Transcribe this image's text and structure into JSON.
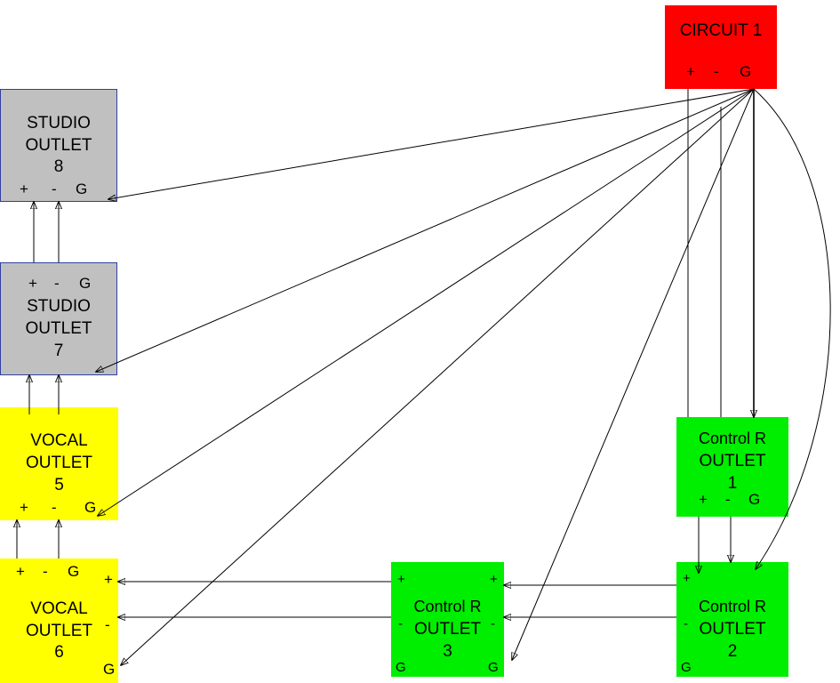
{
  "colors": {
    "red": "#ff0000",
    "gray": "#c0c0c0",
    "yellow": "#ffff00",
    "green": "#00ee00",
    "wire": "#000000"
  },
  "circuit": {
    "title": "CIRCUIT 1",
    "plus": "+",
    "minus": "-",
    "ground": "G"
  },
  "studio8": {
    "line1": "STUDIO",
    "line2": "OUTLET",
    "line3": "8",
    "plus": "+",
    "minus": "-",
    "ground": "G"
  },
  "studio7": {
    "line1": "STUDIO",
    "line2": "OUTLET",
    "line3": "7",
    "plus": "+",
    "minus": "-",
    "ground": "G"
  },
  "vocal5": {
    "line1": "VOCAL",
    "line2": "OUTLET",
    "line3": "5",
    "plus": "+",
    "minus": "-",
    "ground": "G"
  },
  "vocal6": {
    "line1": "VOCAL",
    "line2": "OUTLET",
    "line3": "6",
    "plus": "+",
    "minus": "-",
    "ground": "G",
    "right_plus": "+",
    "right_minus": "-",
    "right_ground": "G"
  },
  "control1": {
    "line1": "Control R",
    "line2": "OUTLET",
    "line3": "1",
    "plus": "+",
    "minus": "-",
    "ground": "G"
  },
  "control2": {
    "line1": "Control R",
    "line2": "OUTLET",
    "line3": "2",
    "plus": "+",
    "minus": "-",
    "ground": "G"
  },
  "control3": {
    "line1": "Control R",
    "line2": "OUTLET",
    "line3": "3",
    "left_plus": "+",
    "left_minus": "-",
    "left_ground": "G",
    "right_plus": "+",
    "right_minus": "-",
    "right_ground": "G"
  }
}
